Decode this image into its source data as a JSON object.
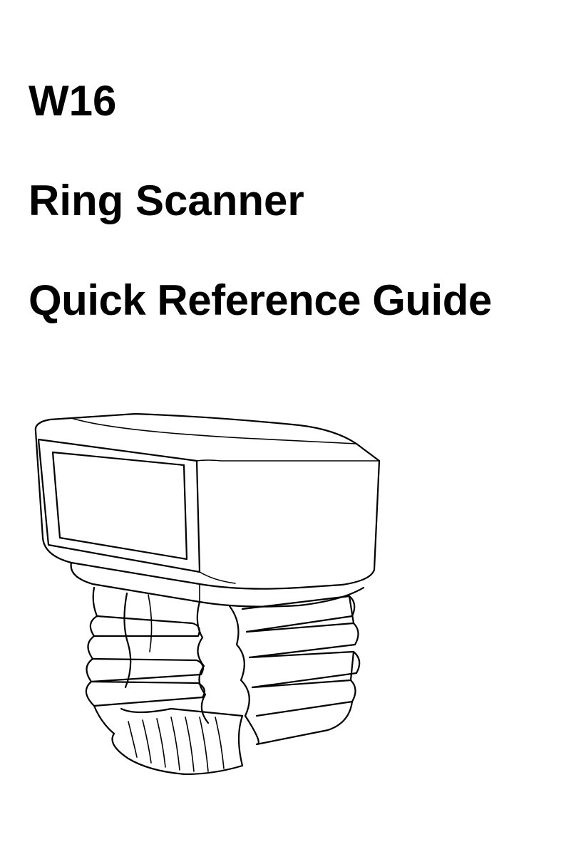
{
  "cover": {
    "model": "W16",
    "product": "Ring Scanner",
    "doc_type": "Quick Reference Guide"
  },
  "illustration": {
    "icon": "ring-scanner-line-drawing-icon"
  }
}
